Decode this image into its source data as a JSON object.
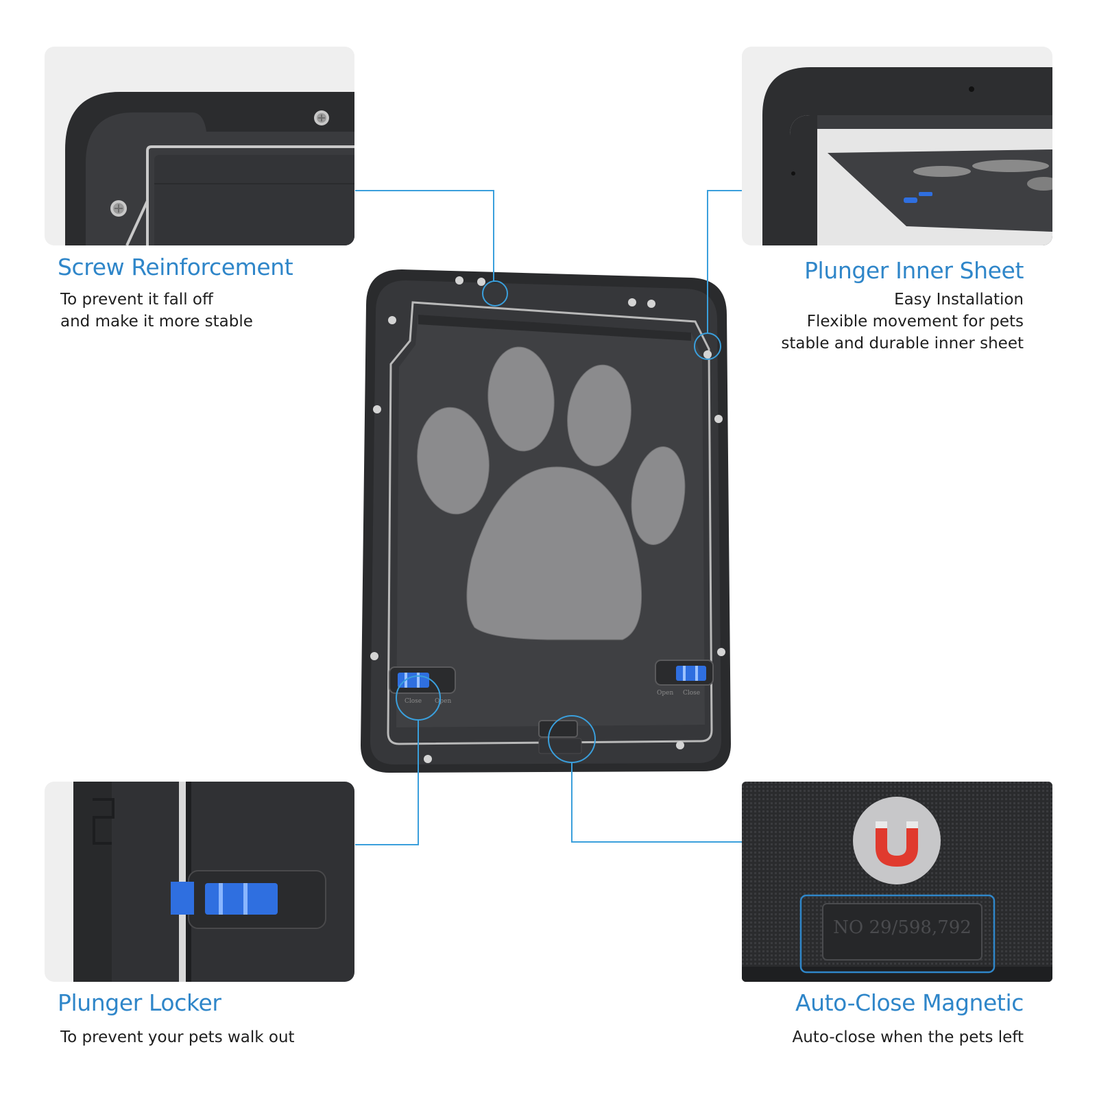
{
  "features": {
    "screw_reinforcement": {
      "title": "Screw Reinforcement",
      "lines": [
        "To prevent it fall off",
        "and make it more stable"
      ]
    },
    "plunger_inner_sheet": {
      "title": "Plunger Inner Sheet",
      "lines": [
        "Easy Installation",
        "Flexible movement for pets",
        "stable and durable inner sheet"
      ]
    },
    "plunger_locker": {
      "title": "Plunger Locker",
      "lines": [
        "To prevent your pets walk out"
      ]
    },
    "auto_close_magnetic": {
      "title": "Auto-Close Magnetic",
      "lines": [
        "Auto-close when the pets left"
      ]
    }
  },
  "door": {
    "left_lock": {
      "label_a": "Close",
      "label_b": "Open"
    },
    "right_lock": {
      "label_a": "Open",
      "label_b": "Close"
    }
  },
  "magnet_panel": {
    "patent_number": "NO 29/598,792"
  },
  "colors": {
    "accent_blue": "#2f86c9",
    "callout_blue": "#3a9fdc",
    "frame_dark": "#2d2e30",
    "lock_blue": "#2f6fe0",
    "magnet_red": "#e03a2e"
  },
  "icons": [
    "screw-icon",
    "magnet-icon",
    "paw-print-icon",
    "slide-lock-icon"
  ]
}
